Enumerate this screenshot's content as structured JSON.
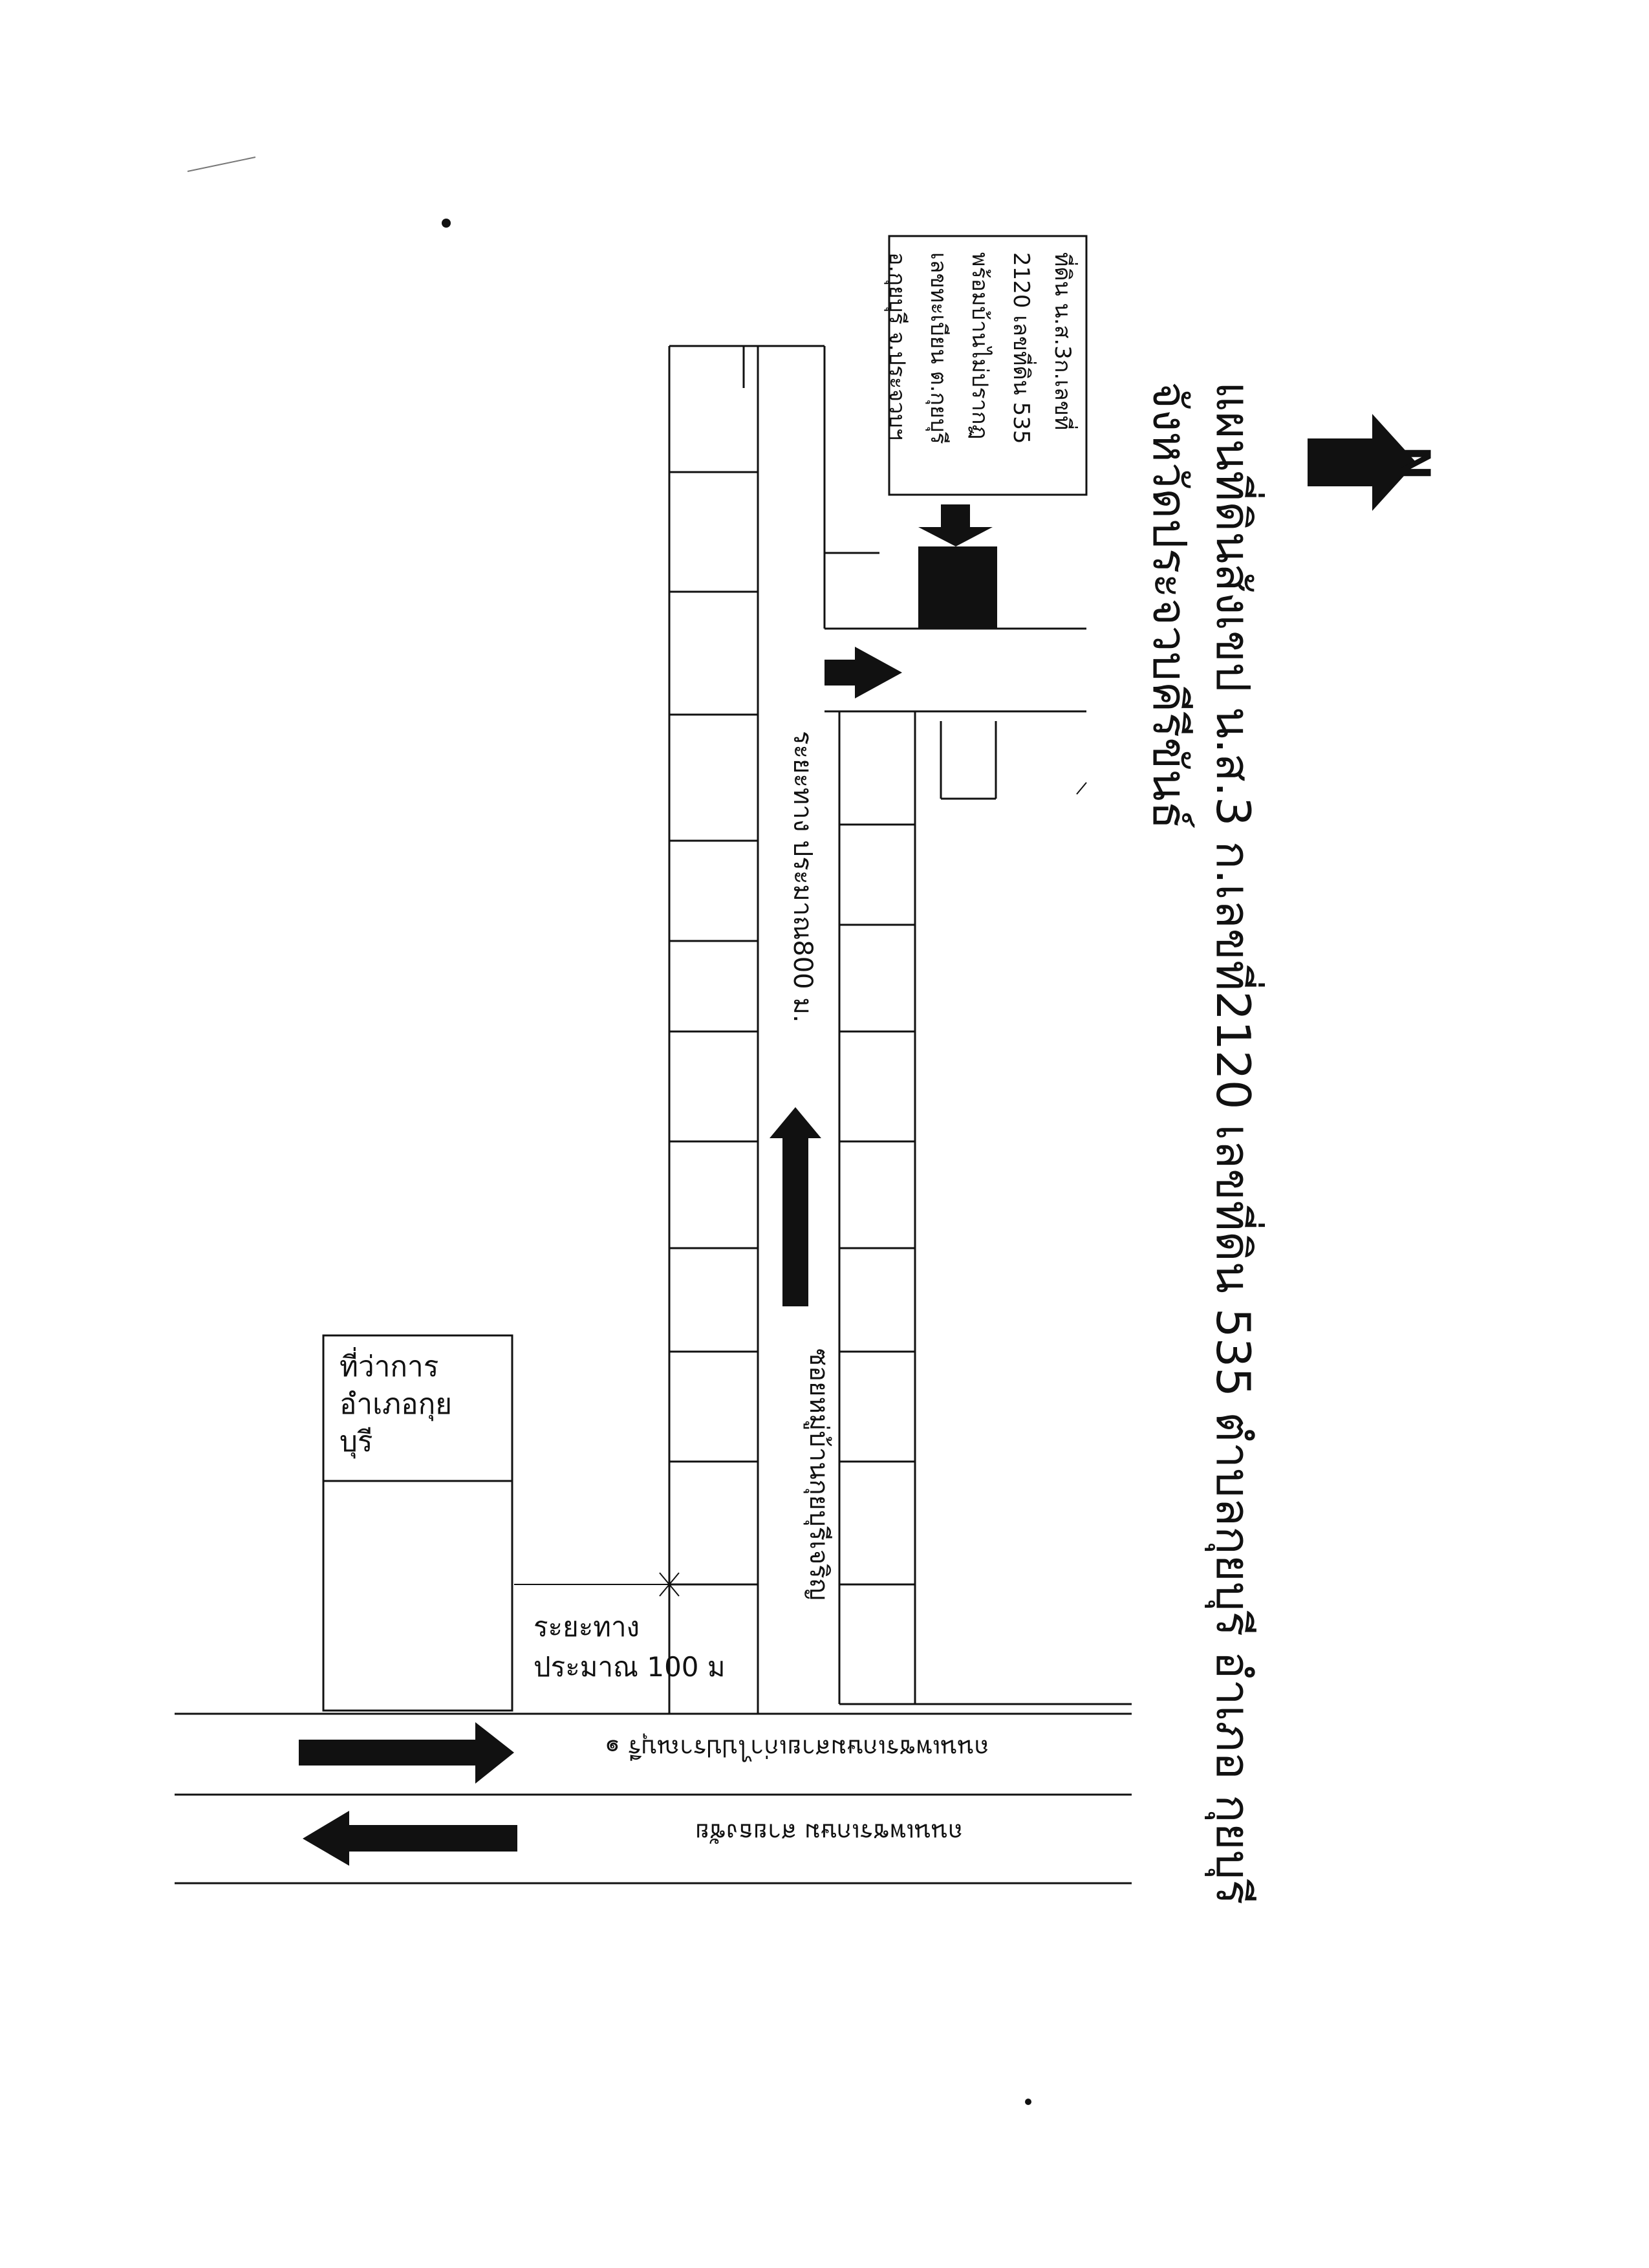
{
  "title": {
    "line1": "แผนที่ดินสังเขป  น.ส.3 ก.เลขที่2120 เลขที่ดิน 535  ตำบลกุยบุรี อำเภอ กุยบุรี",
    "line2": "จังหวัดประจวบคีรีขันธ์"
  },
  "north_label": "N",
  "parcel_note": {
    "line1": "ที่ดิน น.ส.3ก.เลขที่",
    "line2": "2120 เลขที่ดิน 535",
    "line3": "พร้อมบ้านไม่ปรากฏ",
    "line4": "เลขทะเบียน ต.กุยบุรี",
    "line5": "อ.กุยบุรี จ.ประจวบฯ"
  },
  "office": {
    "line1": "ที่ว่าการ",
    "line2": "อำเภอกุย",
    "line3": "บุรี"
  },
  "distance_100": {
    "line1": "ระยะทาง",
    "line2": "ประมาณ 100 ม"
  },
  "distance_800": "ระยะทาง ประมาณ800 ม.",
  "alley_name": "ซอยหมู่บ้านกุยบุรีเจริญ",
  "road_1": "ถนนเพชรเกษมสายเก่าไปปราณบุรี ๑",
  "road_2": "ถนนเพชรเกษม สายธงชัย",
  "colors": {
    "ink": "#111111",
    "paper": "#ffffff"
  }
}
